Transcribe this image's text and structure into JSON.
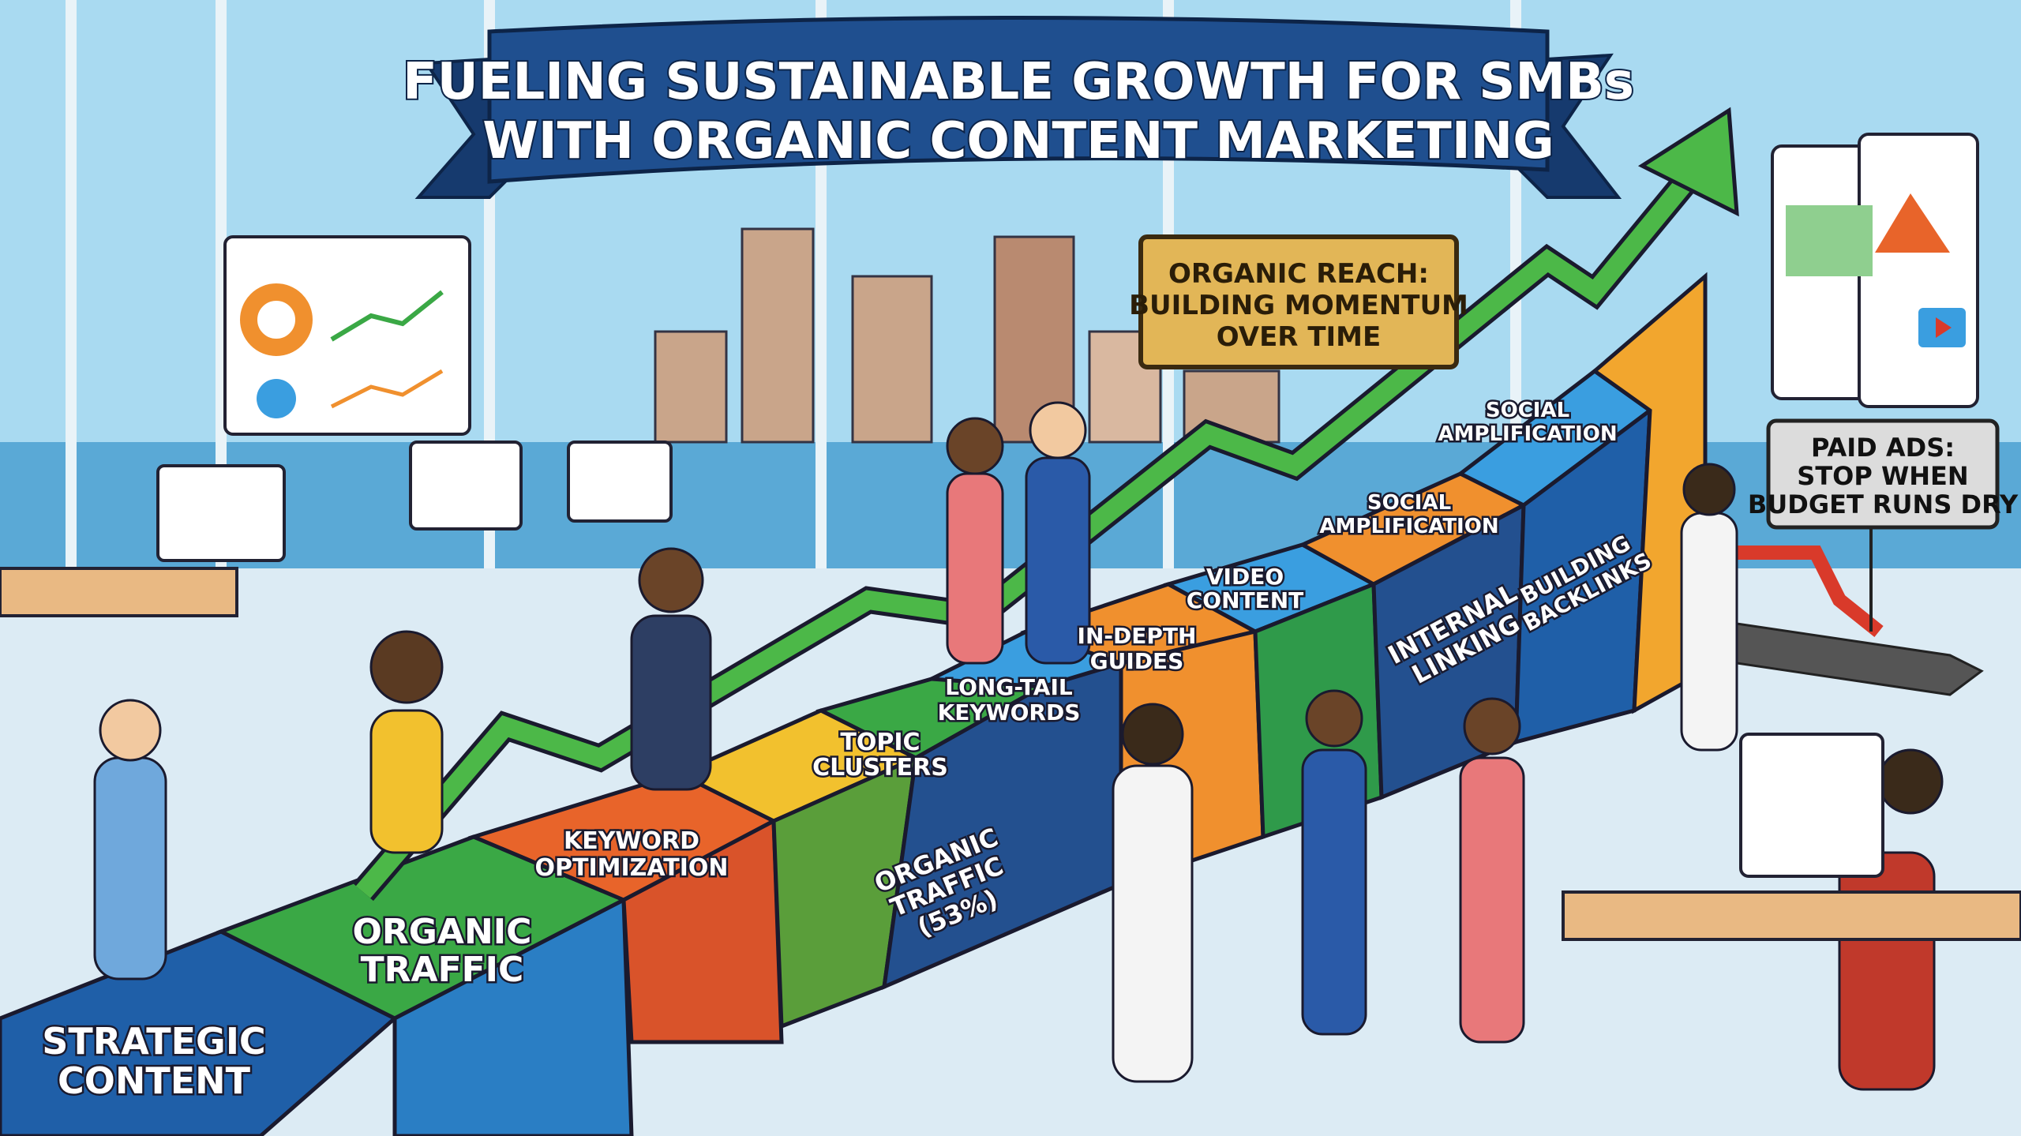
{
  "title": {
    "line1": "FUELING SUSTAINABLE GROWTH FOR SMBs",
    "line2": "WITH ORGANIC CONTENT MARKETING"
  },
  "plaque": {
    "lines": [
      "ORGANIC REACH:",
      "BUILDING MOMENTUM",
      "OVER TIME"
    ]
  },
  "paid_ads": {
    "lines": [
      "PAID ADS:",
      "STOP WHEN",
      "BUDGET RUNS DRY"
    ]
  },
  "pieces": [
    {
      "lines": [
        "STRATEGIC",
        "CONTENT"
      ],
      "color": "#1f5fa8"
    },
    {
      "lines": [
        "ORGANIC",
        "TRAFFIC"
      ],
      "color": "#3aa845"
    },
    {
      "lines": [
        "KEYWORD",
        "OPTIMIZATION"
      ],
      "color": "#e8642a"
    },
    {
      "lines": [
        "TOPIC",
        "CLUSTERS"
      ],
      "color": "#f2c12e"
    },
    {
      "lines": [
        "LONG-TAIL",
        "KEYWORDS"
      ],
      "color": "#3a9ee0"
    },
    {
      "lines": [
        "IN-DEPTH",
        "GUIDES"
      ],
      "color": "#f0902e"
    },
    {
      "lines": [
        "VIDEO",
        "CONTENT"
      ],
      "color": "#3a9ee0"
    },
    {
      "lines": [
        "SOCIAL",
        "AMPLIFICATION"
      ],
      "color": "#f0902e"
    },
    {
      "lines": [
        "SOCIAL",
        "AMPLIFICATION"
      ],
      "color": "#3a9ee0"
    }
  ],
  "side_labels": [
    {
      "lines": [
        "ORGANIC",
        "TRAFFIC",
        "(53%)"
      ]
    },
    {
      "lines": [
        "INTERNAL",
        "LINKING"
      ]
    },
    {
      "lines": [
        "BUILDING",
        "BACKLINKS"
      ]
    }
  ],
  "colors": {
    "sky": "#9fd4ee",
    "banner": "#1f4f8f",
    "arrow_green": "#4cb848",
    "paid_red": "#d93a2a"
  }
}
